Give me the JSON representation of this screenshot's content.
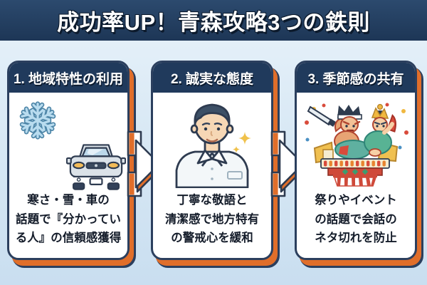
{
  "title": "成功率UP！青森攻略3つの鉄則",
  "colors": {
    "background": "#d6e7f4",
    "banner_navy": "#203a5c",
    "card_border_navy": "#2b3f5e",
    "accent_orange": "#e06e2a",
    "body_text": "#141c2a",
    "snowflake_blue": "#a9d2e8",
    "festival_red": "#d94b3b",
    "festival_gold": "#f0b840",
    "festival_teal": "#5fb0a0"
  },
  "cards": [
    {
      "header": "1. 地域特性の利用",
      "body": "寒さ・雪・車の話題で『分かっている人』の信頼感獲得",
      "body_lines": [
        "寒さ・雪・車の",
        "話題で『分かってい",
        "る人』の信頼感獲得"
      ],
      "icons": [
        "snowflake-icon",
        "car-icon"
      ]
    },
    {
      "header": "2. 誠実な態度",
      "body": "丁寧な敬語と清潔感で地方特有の警戒心を緩和",
      "body_lines": [
        "丁寧な敬語と",
        "清潔感で地方特有",
        "の警戒心を緩和"
      ],
      "icons": [
        "smiling-man-icon",
        "sparkle-icon"
      ]
    },
    {
      "header": "3. 季節感の共有",
      "body": "祭りやイベントの話題で会話のネタ切れを防止",
      "body_lines": [
        "祭りやイベント",
        "の話題で会話の",
        "ネタ切れを防止"
      ],
      "icons": [
        "nebuta-festival-float-icon"
      ]
    }
  ],
  "connectors": {
    "type": "right-arrow-icon",
    "count": 2
  }
}
